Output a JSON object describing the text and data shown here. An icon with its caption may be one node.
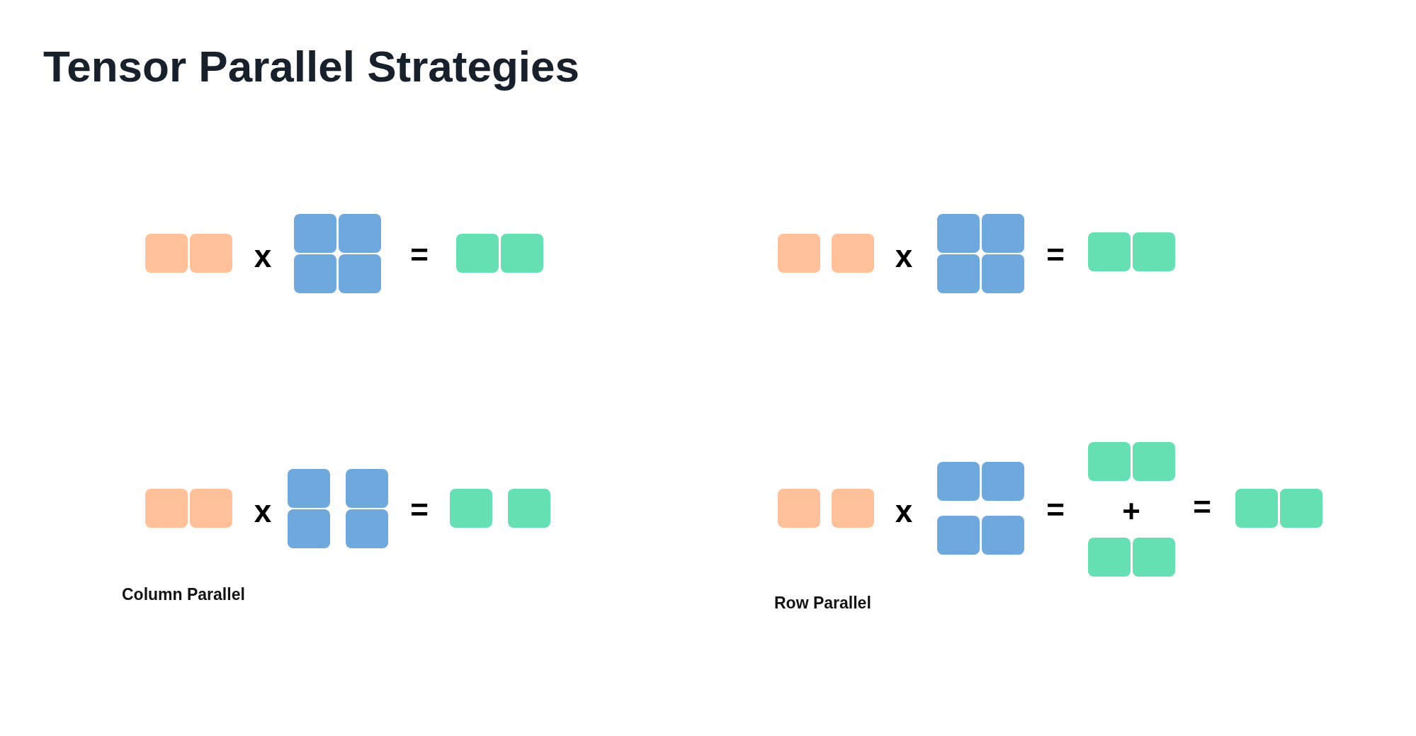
{
  "diagram": {
    "title": "Tensor Parallel Strategies",
    "labels": [
      "x",
      "=",
      "x",
      "=",
      "x",
      "=",
      "x",
      "=",
      "+",
      "=",
      "Column Parallel",
      "Row Parallel"
    ]
  }
}
